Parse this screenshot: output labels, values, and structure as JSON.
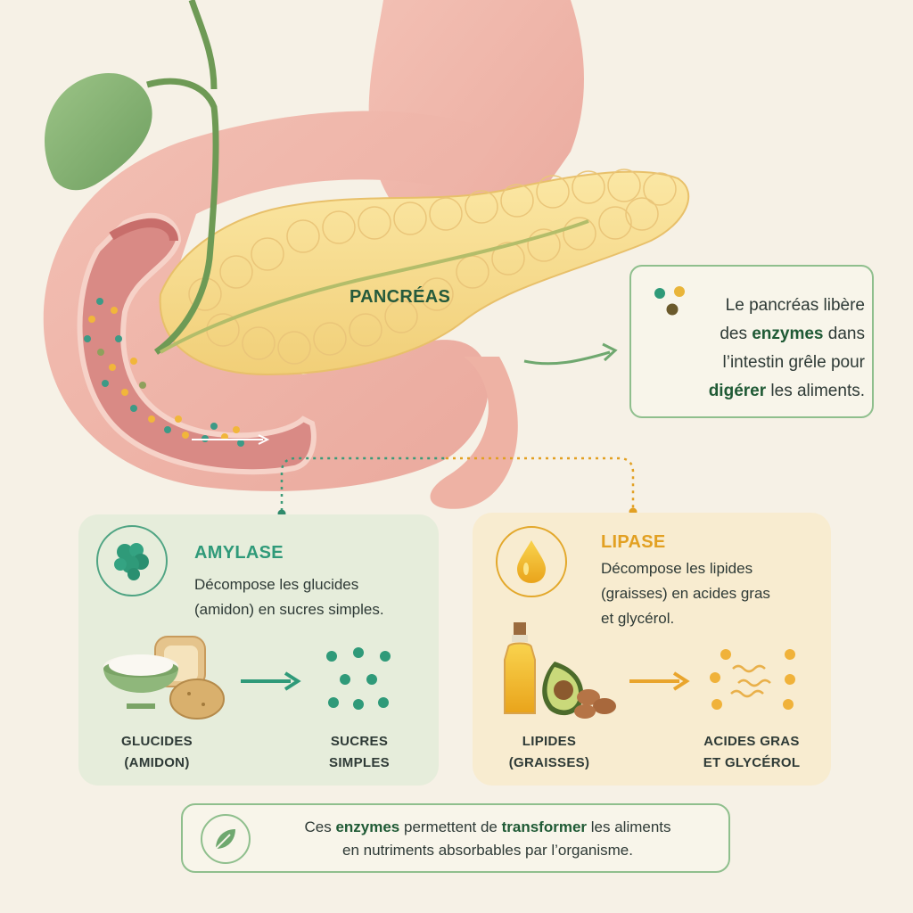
{
  "organ": {
    "label": "PANCRÉAS"
  },
  "info": {
    "line1": "Le pancréas libère",
    "line2_pre": "des ",
    "line2_bold": "enzymes",
    "line2_post": " dans",
    "line3": "l’intestin grêle pour",
    "line4_bold": "digérer",
    "line4_post": " les aliments."
  },
  "amylase": {
    "title": "AMYLASE",
    "desc_line1": "Décompose les glucides",
    "desc_line2": "(amidon) en sucres simples.",
    "input_line1": "GLUCIDES",
    "input_line2": "(AMIDON)",
    "output_line1": "SUCRES",
    "output_line2": "SIMPLES",
    "icon": "enzyme-blob-icon",
    "color": "#2f9a79"
  },
  "lipase": {
    "title": "LIPASE",
    "desc_line1": "Décompose les lipides",
    "desc_line2": "(graisses) en acides gras",
    "desc_line3": "et glycérol.",
    "input_line1": "LIPIDES",
    "input_line2": "(GRAISSES)",
    "output_line1": "ACIDES GRAS",
    "output_line2": "ET GLYCÉROL",
    "icon": "oil-drop-icon",
    "color": "#e2a022"
  },
  "footer": {
    "pre": "Ces ",
    "bold1": "enzymes",
    "mid": " permettent de ",
    "bold2": "transformer",
    "post1": " les aliments",
    "line2": "en nutriments absorbables par l’organisme.",
    "icon": "leaf-icon"
  }
}
